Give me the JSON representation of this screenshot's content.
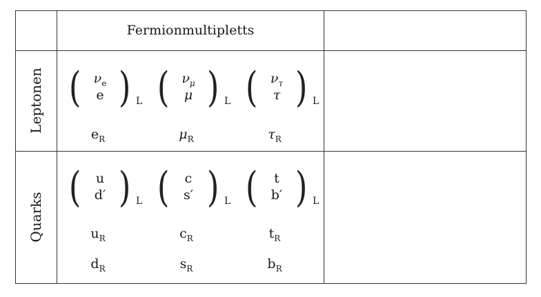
{
  "table": {
    "header": "Fermionmultipletts",
    "rows": [
      {
        "label": "Leptonen",
        "doublets": [
          {
            "upper": "νₑ",
            "lower": "e",
            "handedness": "L"
          },
          {
            "upper": "ν_μ",
            "lower": "μ",
            "handedness": "L"
          },
          {
            "upper": "ν_τ",
            "lower": "τ",
            "handedness": "L"
          }
        ],
        "singlets": [
          [
            "e_R",
            "μ_R",
            "τ_R"
          ]
        ]
      },
      {
        "label": "Quarks",
        "doublets": [
          {
            "upper": "u",
            "lower": "d′",
            "handedness": "L"
          },
          {
            "upper": "c",
            "lower": "s′",
            "handedness": "L"
          },
          {
            "upper": "t",
            "lower": "b′",
            "handedness": "L"
          }
        ],
        "singlets": [
          [
            "u_R",
            "c_R",
            "t_R"
          ],
          [
            "d_R",
            "s_R",
            "b_R"
          ]
        ]
      }
    ]
  }
}
